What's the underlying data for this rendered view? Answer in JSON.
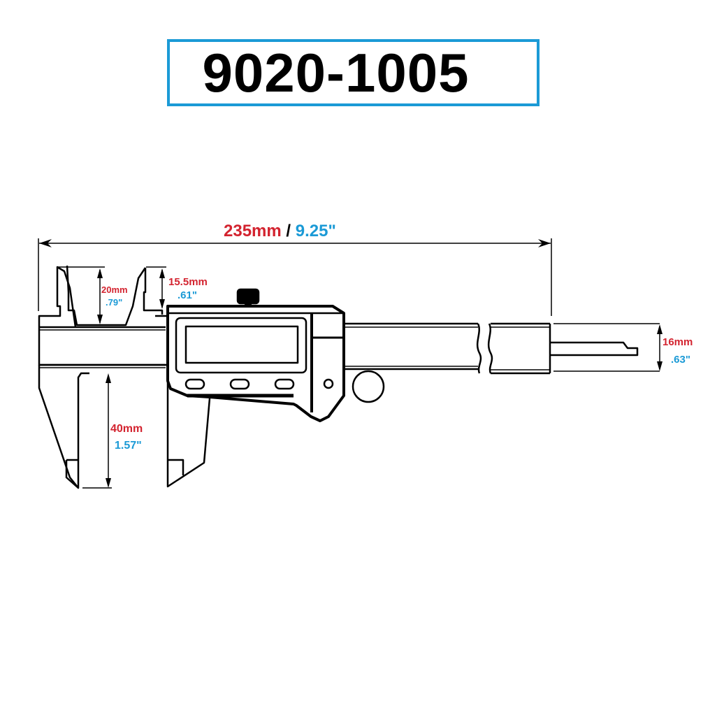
{
  "title": {
    "part_number": "9020-1005",
    "border_color": "#1b9ad6"
  },
  "colors": {
    "metric": "#d3232f",
    "imperial": "#1b9ad6",
    "line": "#000000"
  },
  "dimensions": {
    "overall_length": {
      "metric": "235mm",
      "separator": "/",
      "imperial": "9.25\""
    },
    "outside_jaw_depth": {
      "metric": "40mm",
      "imperial": "1.57\""
    },
    "inside_jaw_fixed": {
      "metric": "20mm",
      "imperial": ".79\""
    },
    "inside_jaw_slider": {
      "metric": "15.5mm",
      "imperial": ".61\""
    },
    "beam_width": {
      "metric": "16mm",
      "imperial": ".63\""
    }
  },
  "drawing": {
    "subject": "digital caliper",
    "display_buttons": 3
  }
}
